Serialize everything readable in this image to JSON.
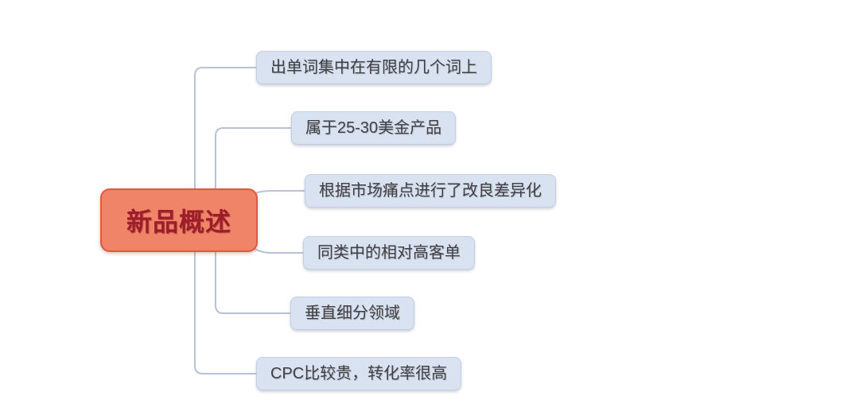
{
  "diagram": {
    "type": "mindmap",
    "root": {
      "label": "新品概述"
    },
    "children": [
      {
        "label": "出单词集中在有限的几个词上"
      },
      {
        "label": "属于25-30美金产品"
      },
      {
        "label": "根据市场痛点进行了改良差异化"
      },
      {
        "label": "同类中的相对高客单"
      },
      {
        "label": "垂直细分领域"
      },
      {
        "label": "CPC比较贵，转化率很高"
      }
    ],
    "colors": {
      "root_fill": "#ef8468",
      "root_border": "#dd5a40",
      "root_text": "#9e1d2a",
      "child_fill": "#d9e2f1",
      "child_border": "#c2cee3",
      "child_text": "#3f3f44",
      "connector": "#b7c2d5",
      "background": "#ffffff"
    }
  }
}
